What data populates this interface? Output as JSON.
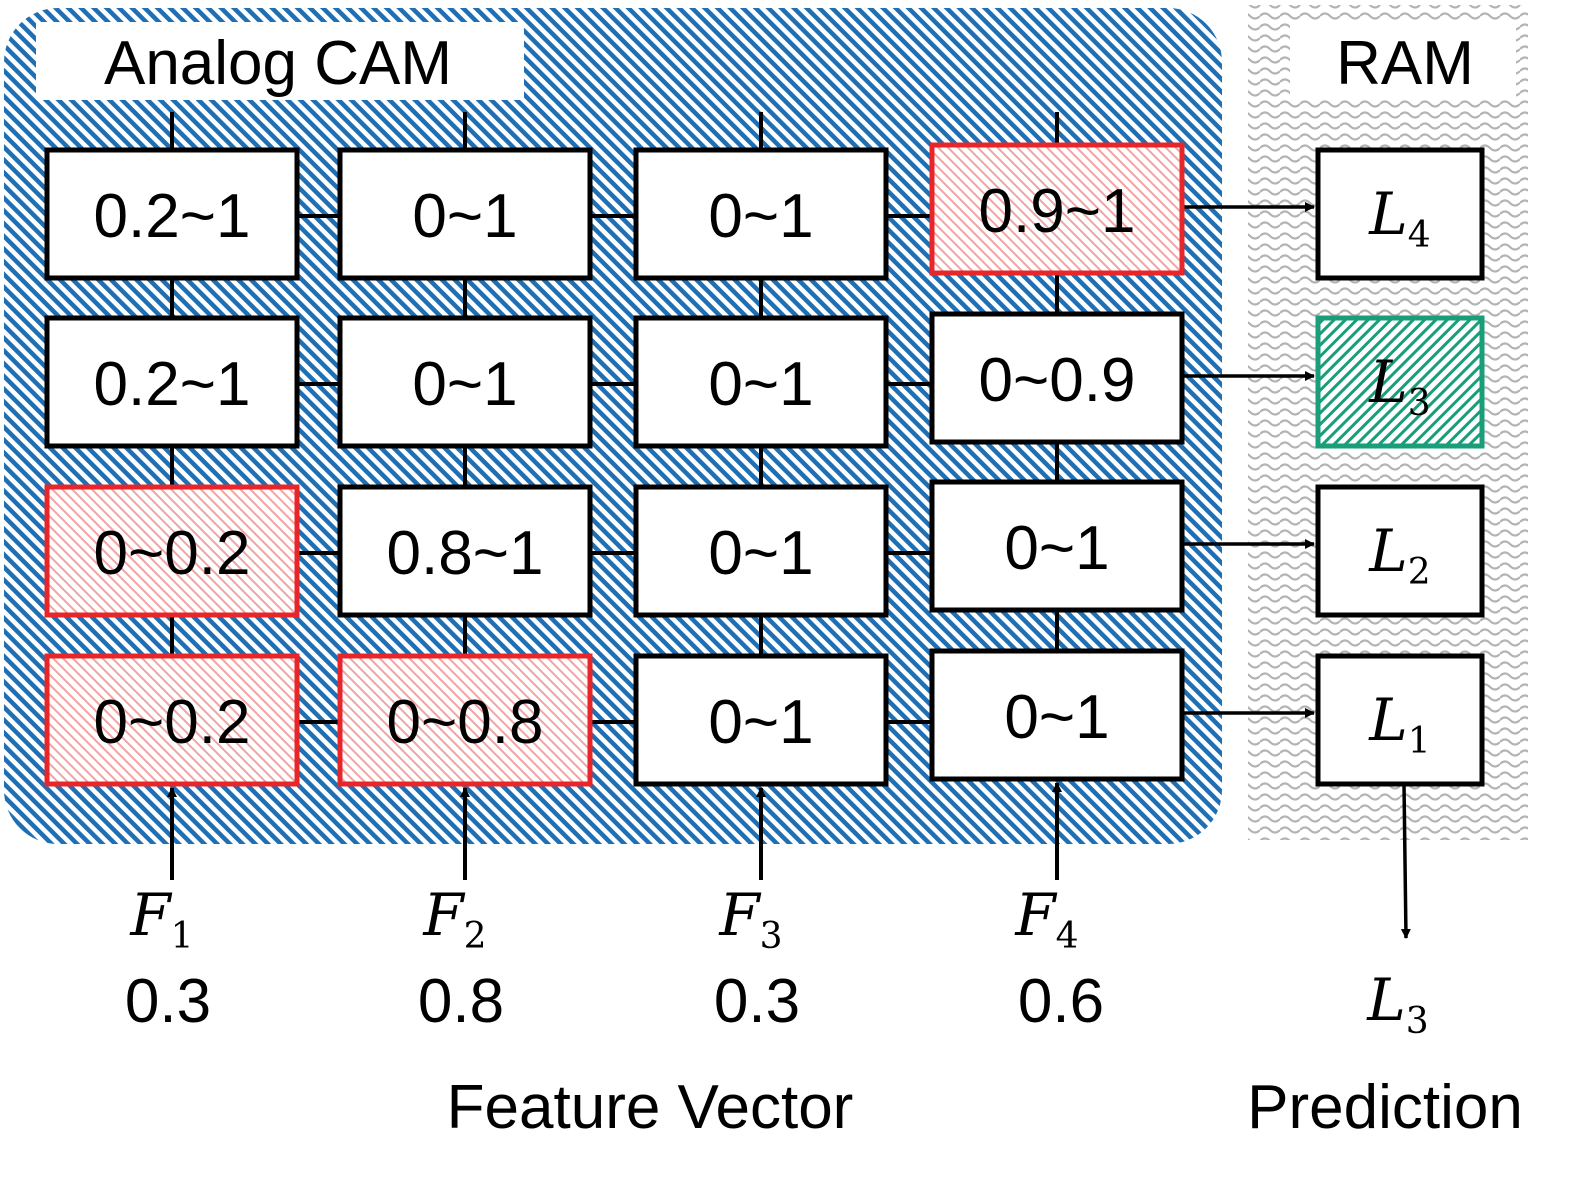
{
  "colors": {
    "cam_hatch": "#1f6fb5",
    "ram_wave": "#b3b3b3",
    "mismatch": "#e8262a",
    "match": "#1a9e7a",
    "line": "#000000"
  },
  "cam": {
    "title": "Analog CAM",
    "rows": [
      {
        "cells": [
          {
            "text": "0.2~1",
            "state": "normal"
          },
          {
            "text": "0~1",
            "state": "normal"
          },
          {
            "text": "0~1",
            "state": "normal"
          },
          {
            "text": "0.9~1",
            "state": "mismatch"
          }
        ]
      },
      {
        "cells": [
          {
            "text": "0.2~1",
            "state": "normal"
          },
          {
            "text": "0~1",
            "state": "normal"
          },
          {
            "text": "0~1",
            "state": "normal"
          },
          {
            "text": "0~0.9",
            "state": "normal"
          }
        ]
      },
      {
        "cells": [
          {
            "text": "0~0.2",
            "state": "mismatch"
          },
          {
            "text": "0.8~1",
            "state": "normal"
          },
          {
            "text": "0~1",
            "state": "normal"
          },
          {
            "text": "0~1",
            "state": "normal"
          }
        ]
      },
      {
        "cells": [
          {
            "text": "0~0.2",
            "state": "mismatch"
          },
          {
            "text": "0~0.8",
            "state": "mismatch"
          },
          {
            "text": "0~1",
            "state": "normal"
          },
          {
            "text": "0~1",
            "state": "normal"
          }
        ]
      }
    ]
  },
  "ram": {
    "title": "RAM",
    "labels": [
      {
        "base": "L",
        "sub": "4",
        "state": "normal"
      },
      {
        "base": "L",
        "sub": "3",
        "state": "match"
      },
      {
        "base": "L",
        "sub": "2",
        "state": "normal"
      },
      {
        "base": "L",
        "sub": "1",
        "state": "normal"
      }
    ]
  },
  "features": [
    {
      "base": "F",
      "sub": "1",
      "value": "0.3"
    },
    {
      "base": "F",
      "sub": "2",
      "value": "0.8"
    },
    {
      "base": "F",
      "sub": "3",
      "value": "0.3"
    },
    {
      "base": "F",
      "sub": "4",
      "value": "0.6"
    }
  ],
  "feature_vector_label": "Feature Vector",
  "prediction": {
    "base": "L",
    "sub": "3",
    "label": "Prediction"
  }
}
